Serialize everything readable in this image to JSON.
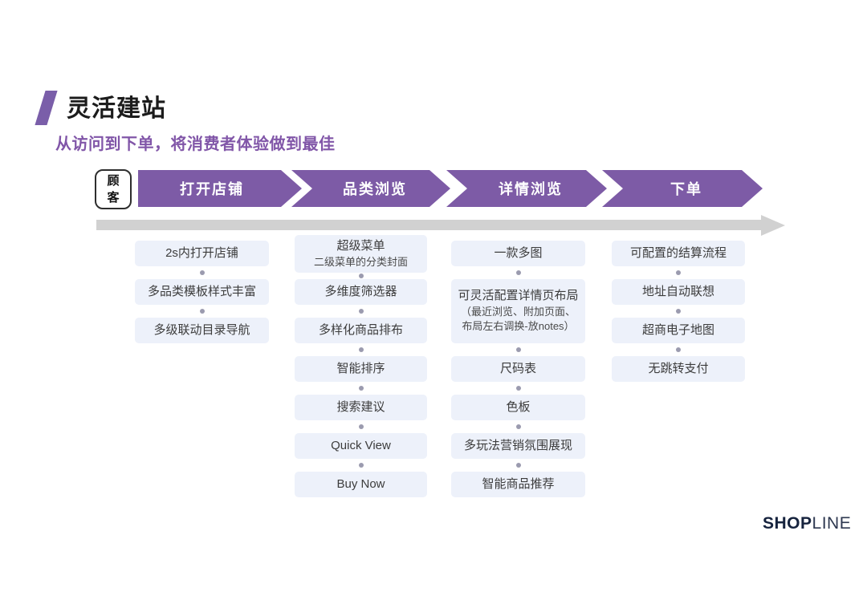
{
  "header": {
    "title": "灵活建站",
    "subtitle": "从访问到下单，将消费者体验做到最佳"
  },
  "journey": {
    "actor_label": "顾客\n",
    "actor_chars": "顾\n客"
  },
  "colors": {
    "accent_purple": "#7d5ba6",
    "subtitle_purple": "#8156a8",
    "box_bg": "#edf1fa",
    "box_text": "#3c3c3c",
    "dot_gray": "#9b9baf",
    "arrow_gray": "#d1d1d1",
    "logo_navy": "#16233e"
  },
  "columns": [
    {
      "banner": "打开店铺",
      "items": [
        {
          "label": "2s内打开店铺",
          "row": 0
        },
        {
          "label": "多品类模板样式丰富",
          "row": 1
        },
        {
          "label": "多级联动目录导航",
          "row": 2
        }
      ]
    },
    {
      "banner": "品类浏览",
      "items": [
        {
          "label": "超级菜单",
          "sub": [
            "二级菜单的分类封面"
          ],
          "row": 0
        },
        {
          "label": "多维度筛选器",
          "row": 1
        },
        {
          "label": "多样化商品排布",
          "row": 2
        },
        {
          "label": "智能排序",
          "row": 3
        },
        {
          "label": "搜索建议",
          "row": 4
        },
        {
          "label": "Quick View",
          "row": 5
        },
        {
          "label": "Buy Now",
          "row": 6
        }
      ]
    },
    {
      "banner": "详情浏览",
      "items": [
        {
          "label": "一款多图",
          "row": 0
        },
        {
          "label": "可灵活配置详情页布局",
          "sub": [
            "（最近浏览、附加页面、",
            "布局左右调换-放notes）"
          ],
          "row": 1,
          "span": 2
        },
        {
          "label": "尺码表",
          "row": 3
        },
        {
          "label": "色板",
          "row": 4
        },
        {
          "label": "多玩法营销氛围展现",
          "row": 5
        },
        {
          "label": "智能商品推荐",
          "row": 6
        }
      ]
    },
    {
      "banner": "下单",
      "items": [
        {
          "label": "可配置的结算流程",
          "row": 0
        },
        {
          "label": "地址自动联想",
          "row": 1
        },
        {
          "label": "超商电子地图",
          "row": 2
        },
        {
          "label": "无跳转支付",
          "row": 3
        }
      ]
    }
  ],
  "footer": {
    "logo_bold": "SHOP",
    "logo_light": "LINE"
  }
}
